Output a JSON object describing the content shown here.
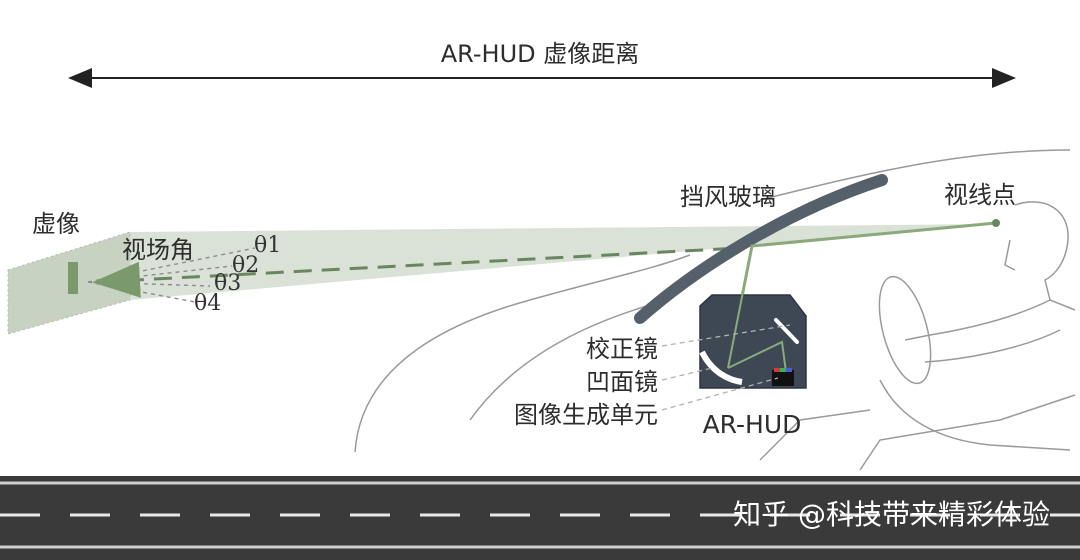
{
  "diagram": {
    "distance_label": "AR-HUD 虚像距离",
    "virtual_image_label": "虚像",
    "fov_label": "视场角",
    "angles": [
      "θ1",
      "θ2",
      "θ3",
      "θ4"
    ],
    "windshield_label": "挡风玻璃",
    "eyepoint_label": "视线点",
    "correction_mirror_label": "校正镜",
    "concave_mirror_label": "凹面镜",
    "image_generation_unit_label": "图像生成单元",
    "device_label": "AR-HUD"
  },
  "watermark": {
    "text": "知乎 @科技带来精彩体验"
  },
  "colors": {
    "beam_fill": "#d3dccf",
    "beam_line": "#8aa97c",
    "dash_line": "#6a8660",
    "windshield": "#56606b",
    "hud_box": "#3e4754",
    "road": "#3a3a3a",
    "text": "#2d2d2d"
  }
}
